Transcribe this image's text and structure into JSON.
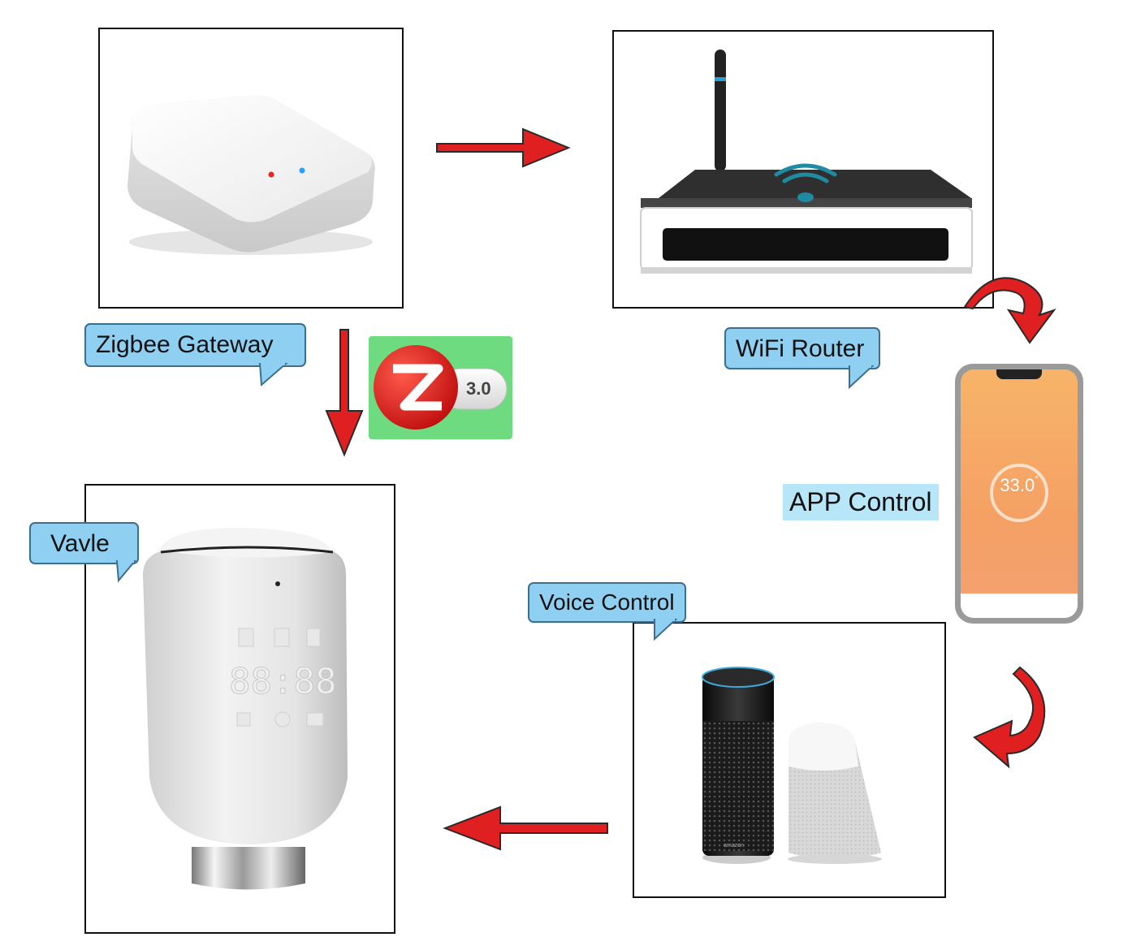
{
  "nodes": {
    "gateway": {
      "label": "Zigbee Gateway"
    },
    "router": {
      "label": "WiFi Router"
    },
    "app": {
      "label": "APP Control",
      "temperature": "33.0",
      "degree": "°"
    },
    "voice": {
      "label": "Voice Control",
      "brand": "amazon"
    },
    "valve": {
      "label": "Vavle",
      "display": "88:88"
    }
  },
  "badge": {
    "version": "3.0"
  },
  "colors": {
    "arrow": "#e02020",
    "callout": "#8fd0f2",
    "badge_bg": "#6fdb80",
    "app_orange": "#f6a45e"
  }
}
